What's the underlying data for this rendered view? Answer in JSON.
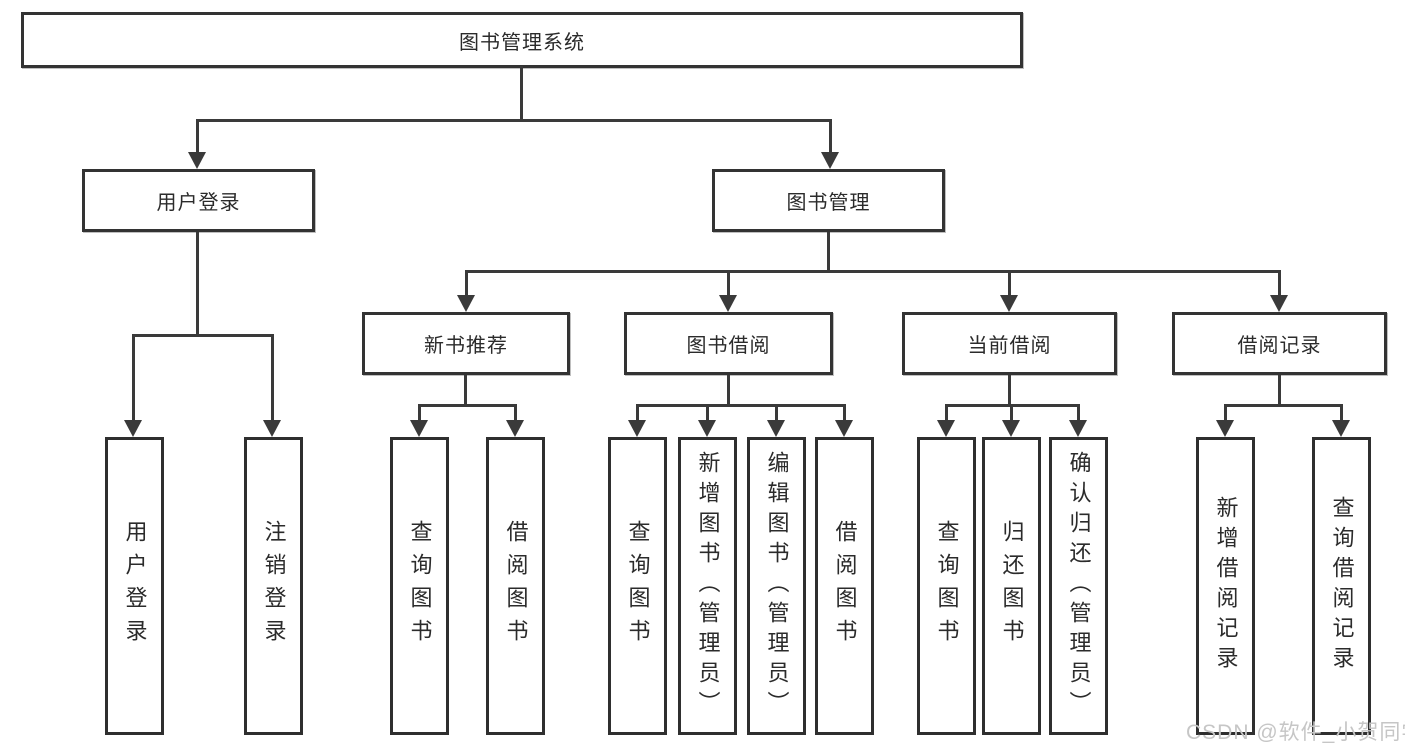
{
  "diagram": {
    "root": {
      "label": "图书管理系统"
    },
    "branches": [
      {
        "label": "用户登录",
        "children": [
          {
            "label": "用户登录"
          },
          {
            "label": "注销登录"
          }
        ]
      },
      {
        "label": "图书管理",
        "groups": [
          {
            "label": "新书推荐",
            "children": [
              {
                "label": "查询图书"
              },
              {
                "label": "借阅图书"
              }
            ]
          },
          {
            "label": "图书借阅",
            "children": [
              {
                "label": "查询图书"
              },
              {
                "label": "新增图书（管理员）"
              },
              {
                "label": "编辑图书（管理员）"
              },
              {
                "label": "借阅图书"
              }
            ]
          },
          {
            "label": "当前借阅",
            "children": [
              {
                "label": "查询图书"
              },
              {
                "label": "归还图书"
              },
              {
                "label": "确认归还（管理员）"
              }
            ]
          },
          {
            "label": "借阅记录",
            "children": [
              {
                "label": "新增借阅记录"
              },
              {
                "label": "查询借阅记录"
              }
            ]
          }
        ]
      }
    ]
  },
  "watermark": {
    "text": "CSDN @软件_小贺同学"
  },
  "colors": {
    "line": "#3a3a3a",
    "box_border": "#333333",
    "box_fill": "#ffffff",
    "text": "#2b2b2b",
    "watermark": "#c6c6c6",
    "background": "#ffffff"
  }
}
